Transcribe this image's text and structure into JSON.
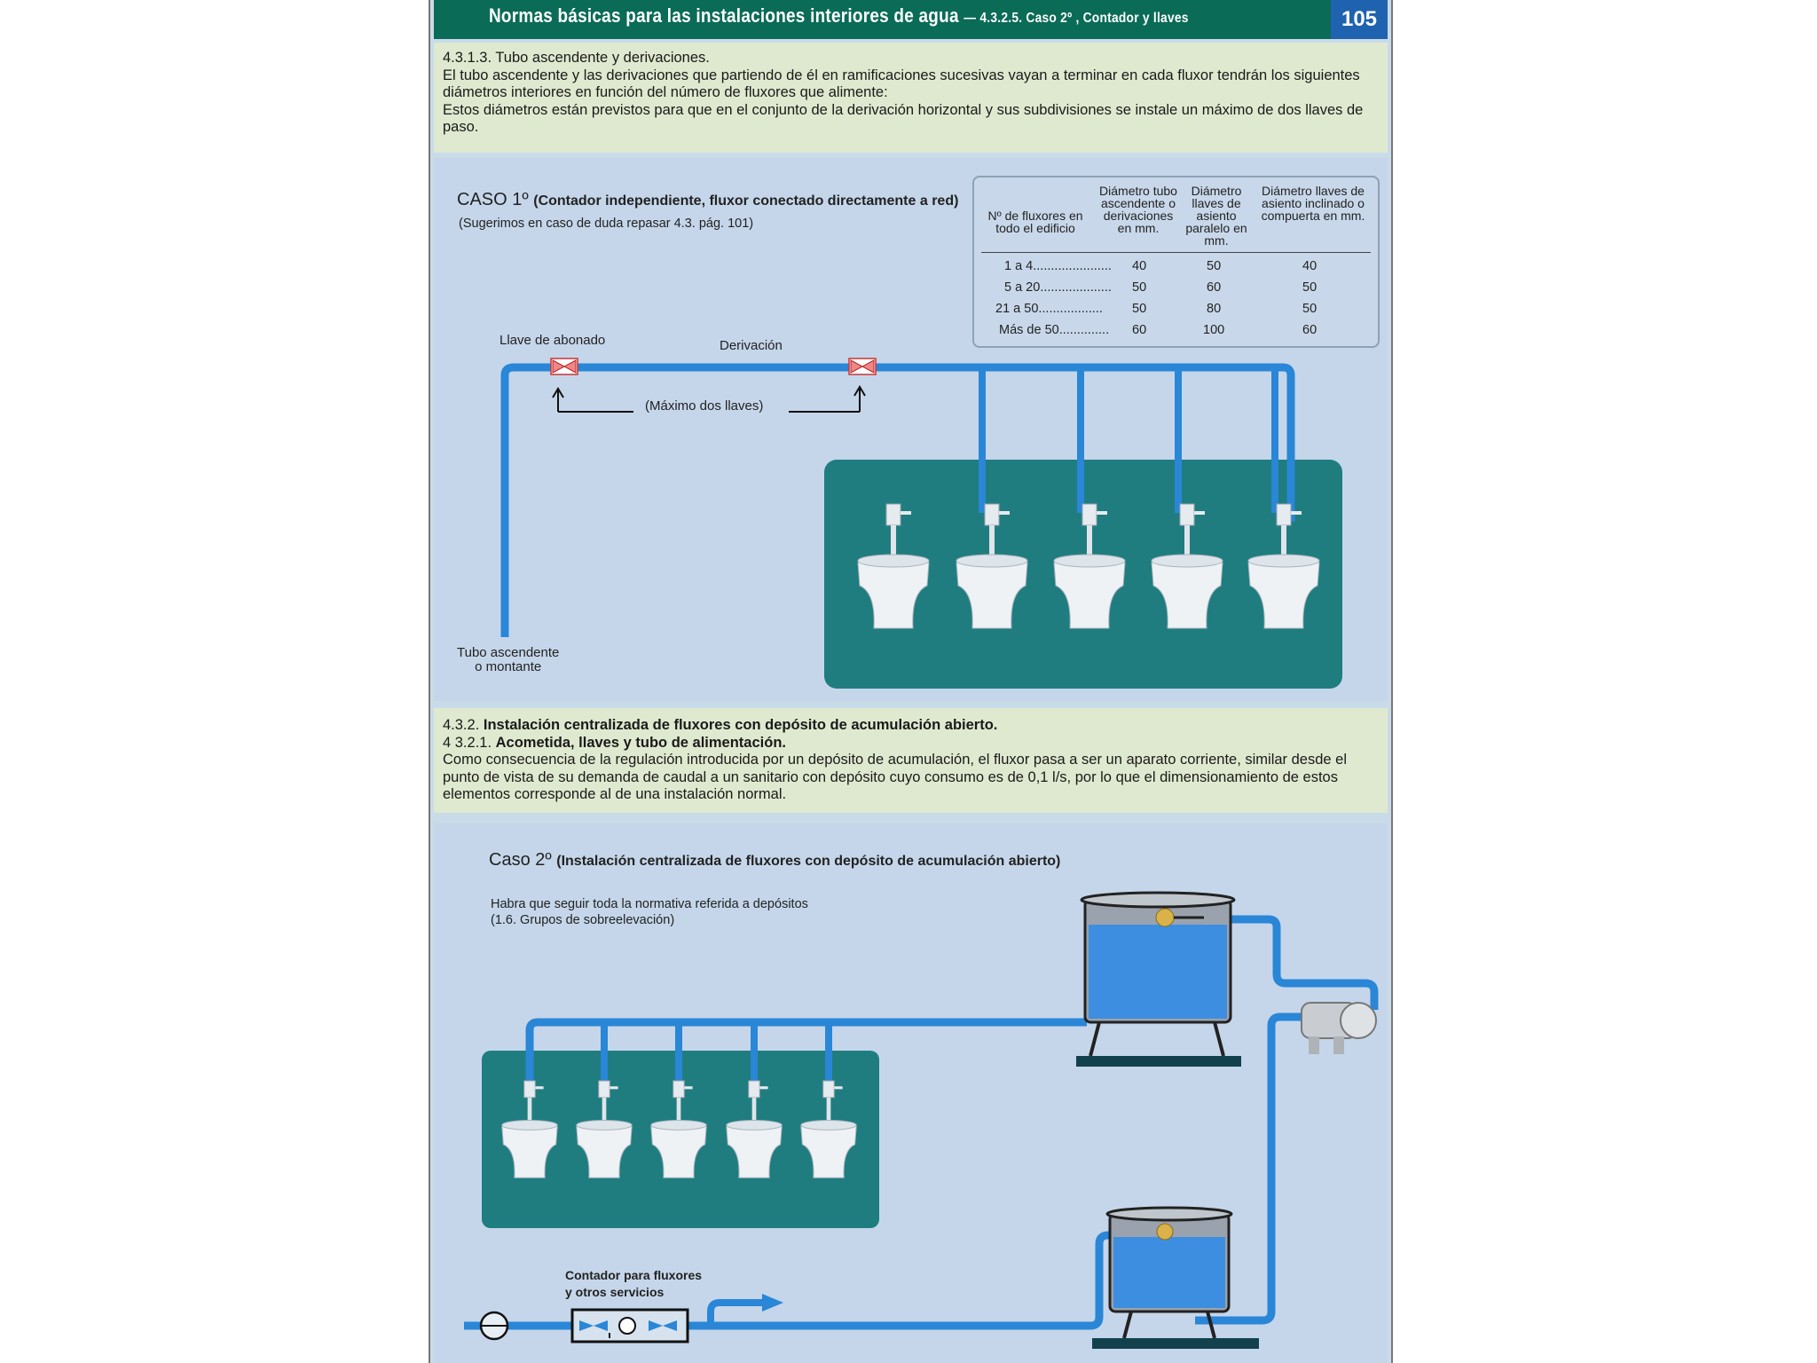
{
  "header": {
    "title": "Normas básicas para las instalaciones interiores de agua",
    "subtitle": "— 4.3.2.5. Caso 2º , Contador y llaves",
    "page_number": "105"
  },
  "intro": {
    "line1": "4.3.1.3. Tubo ascendente y derivaciones.",
    "line2": "El tubo ascendente y las derivaciones que partiendo de él en ramificaciones sucesivas vayan a terminar en cada fluxor tendrán los siguientes diámetros interiores en función del número de fluxores que alimente:",
    "line3": "Estos diámetros están previstos para que en el conjunto de la derivación horizontal y sus subdivisiones se instale un máximo de dos llaves de paso."
  },
  "caso1": {
    "title": "CASO 1º",
    "title_bold": "(Contador independiente, fluxor conectado directamente a red)",
    "note": "(Sugerimos en caso de duda repasar 4.3. pág. 101)",
    "label_llave": "Llave de abonado",
    "label_derivacion": "Derivación",
    "label_maximo": "(Máximo dos llaves)",
    "label_tubo_1": "Tubo ascendente",
    "label_tubo_2": "o montante",
    "table": {
      "headers": [
        "Nº de fluxores en todo el edificio",
        "Diámetro tubo ascendente o derivaciones en mm.",
        "Diámetro llaves de asiento paralelo en mm.",
        "Diámetro llaves de asiento inclinado o compuerta en mm."
      ],
      "rows": [
        [
          "1 a 4......................",
          "40",
          "50",
          "40"
        ],
        [
          "5 a 20....................",
          "50",
          "60",
          "50"
        ],
        [
          "21 a 50..................",
          "50",
          "80",
          "50"
        ],
        [
          "Más de 50..............",
          "60",
          "100",
          "60"
        ]
      ]
    }
  },
  "section2": {
    "line1_num": "4.3.2.",
    "line1": "Instalación centralizada de fluxores con depósito de acumulación abierto.",
    "line2_num": "4 3.2.1.",
    "line2": "Acometida, llaves y tubo de alimentación.",
    "line3": "Como consecuencia de la regulación introducida por un depósito de acumulación, el fluxor pasa a ser un aparato corriente, similar desde el punto de vista de su demanda de caudal a un sanitario con depósito cuyo consumo es de 0,1 l/s, por lo que el dimensionamiento de estos elementos corresponde al de una instalación normal."
  },
  "caso2": {
    "title": "Caso 2º",
    "title_bold": "(Instalación centralizada de fluxores con depósito de acumulación abierto)",
    "note1": "Habra que seguir toda la normativa referida a depósitos",
    "note2": "(1.6. Grupos de sobreelevación)",
    "contador_1": "Contador para fluxores",
    "contador_2": "y otros servicios"
  },
  "colors": {
    "header_green": "#0a6b57",
    "page_blue": "#1f63b0",
    "pipe_blue": "#2a86d6",
    "tray_teal": "#1f7d80",
    "text_band": "#dfe9cf",
    "panel_bg": "#c5d6ea"
  },
  "icons": [
    "valve-icon",
    "flush-valve-icon",
    "toilet-icon",
    "tank-icon",
    "pump-icon",
    "meter-icon",
    "arrow-icon"
  ]
}
